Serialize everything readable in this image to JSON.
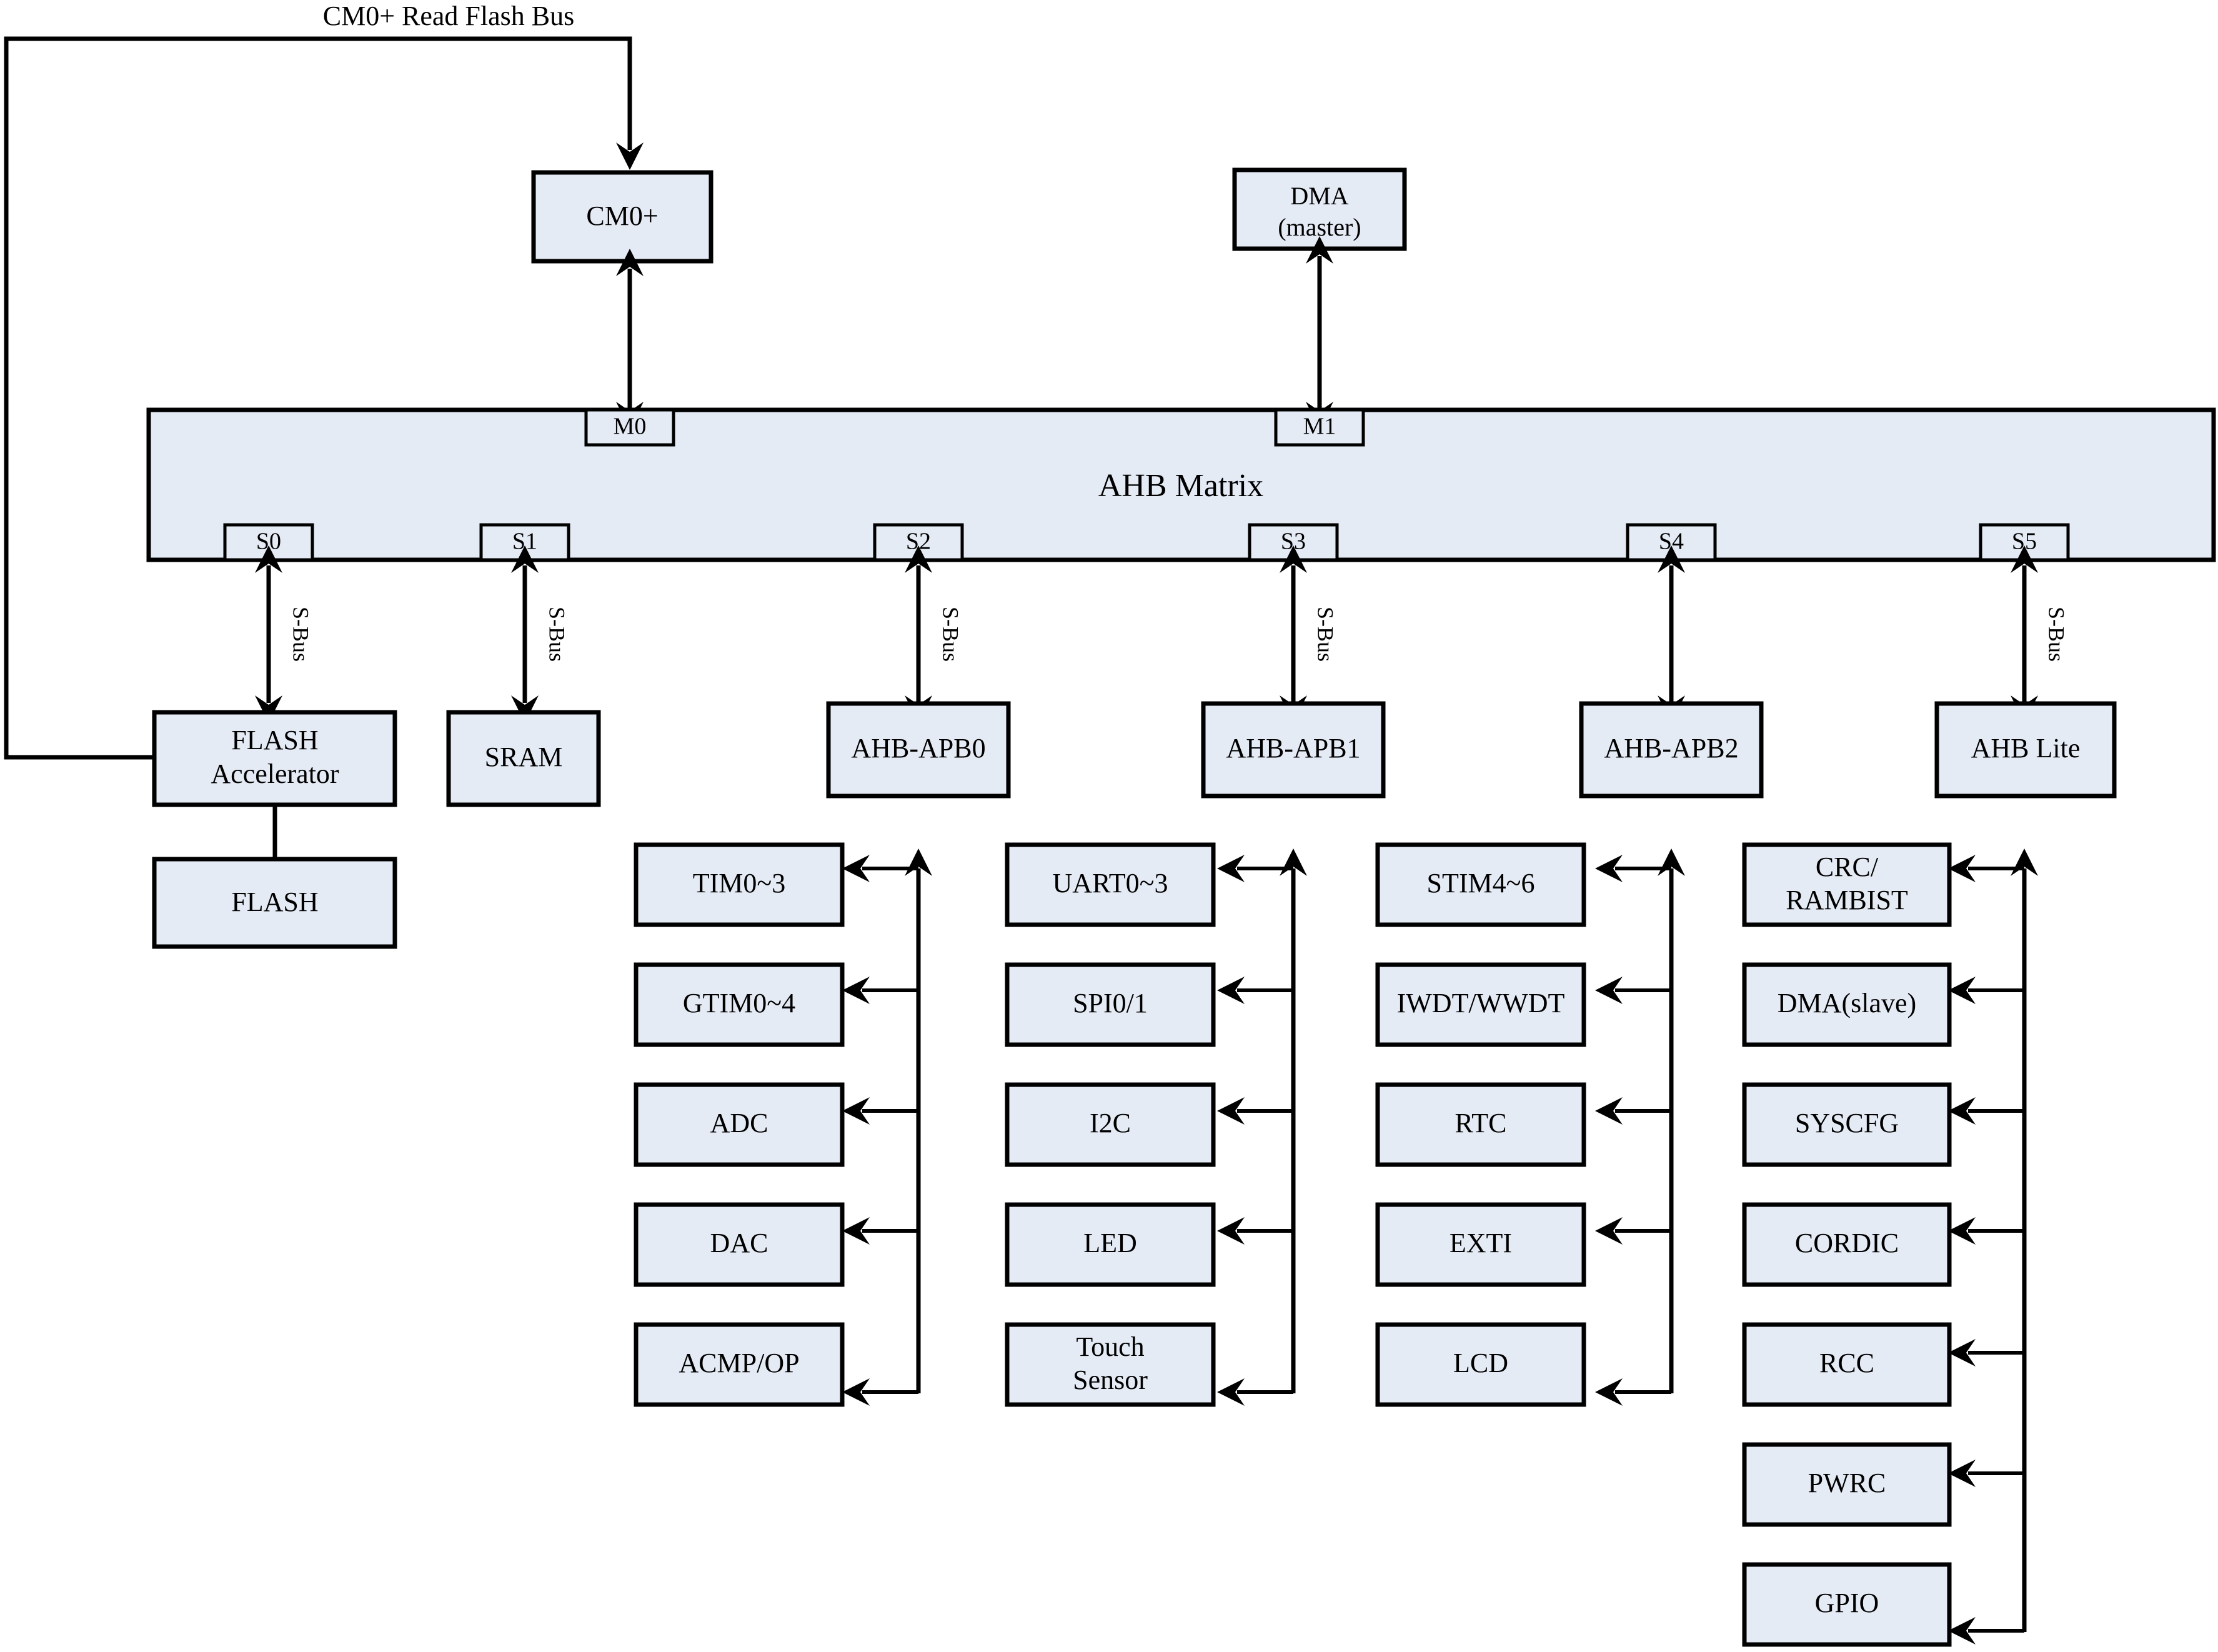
{
  "diagram": {
    "title": "CM0+ Read Flash Bus",
    "matrix_label": "AHB Matrix",
    "bus_label": "S-Bus",
    "colors": {
      "box_fill": "#e5ebf5",
      "stroke": "#000000",
      "background": "#ffffff"
    }
  },
  "masters": [
    {
      "id": "cm0p",
      "label": "CM0+",
      "port": "M0"
    },
    {
      "id": "dma_m",
      "label": "DMA\n(master)",
      "line1": "DMA",
      "line2": "(master)",
      "port": "M1"
    }
  ],
  "matrix_ports": {
    "masters": [
      "M0",
      "M1"
    ],
    "slaves": [
      "S0",
      "S1",
      "S2",
      "S3",
      "S4",
      "S5"
    ]
  },
  "slaves": [
    {
      "port": "S0",
      "label": "FLASH\nAccelerator",
      "line1": "FLASH",
      "line2": "Accelerator",
      "bus": "S-Bus"
    },
    {
      "port": "S1",
      "label": "SRAM",
      "line1": "SRAM",
      "line2": "",
      "bus": "S-Bus"
    },
    {
      "port": "S2",
      "label": "AHB-APB0",
      "line1": "AHB-APB0",
      "line2": "",
      "bus": "S-Bus"
    },
    {
      "port": "S3",
      "label": "AHB-APB1",
      "line1": "AHB-APB1",
      "line2": "",
      "bus": "S-Bus"
    },
    {
      "port": "S4",
      "label": "AHB-APB2",
      "line1": "AHB-APB2",
      "line2": "",
      "bus": "S-Bus"
    },
    {
      "port": "S5",
      "label": "AHB Lite",
      "line1": "AHB Lite",
      "line2": "",
      "bus": "S-Bus"
    }
  ],
  "memory": {
    "flash_label": "FLASH"
  },
  "peripheral_columns": [
    {
      "bridge": "AHB-APB0",
      "items": [
        {
          "line1": "TIM0~3",
          "line2": ""
        },
        {
          "line1": "GTIM0~4",
          "line2": ""
        },
        {
          "line1": "ADC",
          "line2": ""
        },
        {
          "line1": "DAC",
          "line2": ""
        },
        {
          "line1": "ACMP/OP",
          "line2": ""
        }
      ]
    },
    {
      "bridge": "AHB-APB1",
      "items": [
        {
          "line1": "UART0~3",
          "line2": ""
        },
        {
          "line1": "SPI0/1",
          "line2": ""
        },
        {
          "line1": "I2C",
          "line2": ""
        },
        {
          "line1": "LED",
          "line2": ""
        },
        {
          "line1": "Touch",
          "line2": "Sensor"
        }
      ]
    },
    {
      "bridge": "AHB-APB2",
      "items": [
        {
          "line1": "STIM4~6",
          "line2": ""
        },
        {
          "line1": "IWDT/WWDT",
          "line2": ""
        },
        {
          "line1": "RTC",
          "line2": ""
        },
        {
          "line1": "EXTI",
          "line2": ""
        },
        {
          "line1": "LCD",
          "line2": ""
        }
      ]
    },
    {
      "bridge": "AHB Lite",
      "items": [
        {
          "line1": "CRC/",
          "line2": "RAMBIST"
        },
        {
          "line1": "DMA(slave)",
          "line2": ""
        },
        {
          "line1": "SYSCFG",
          "line2": ""
        },
        {
          "line1": "CORDIC",
          "line2": ""
        },
        {
          "line1": "RCC",
          "line2": ""
        },
        {
          "line1": "PWRC",
          "line2": ""
        },
        {
          "line1": "GPIO",
          "line2": ""
        }
      ]
    }
  ]
}
